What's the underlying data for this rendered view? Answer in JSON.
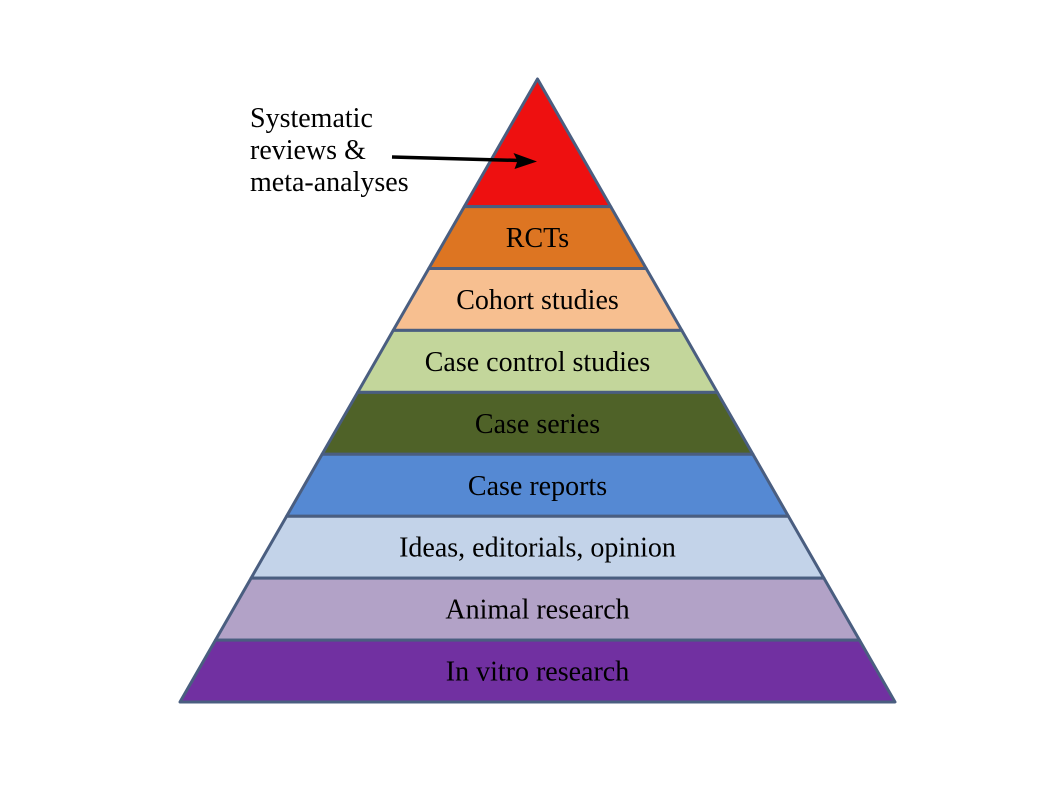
{
  "background_color": "#FFFFFF",
  "diagram": {
    "type": "pyramid",
    "name": "hierarchy-of-evidence-pyramid",
    "outline_color": "#4A5E80",
    "label_color": "#000000",
    "levels": [
      {
        "id": "systematic-reviews",
        "label": "",
        "color": "#EE1010",
        "height_ratio": 2.06
      },
      {
        "id": "rcts",
        "label": "RCTs",
        "color": "#DD7522",
        "height_ratio": 1
      },
      {
        "id": "cohort-studies",
        "label": "Cohort studies",
        "color": "#F7BF90",
        "height_ratio": 1
      },
      {
        "id": "case-control-studies",
        "label": "Case control studies",
        "color": "#C3D69B",
        "height_ratio": 1
      },
      {
        "id": "case-series",
        "label": "Case series",
        "color": "#4F6228",
        "height_ratio": 1
      },
      {
        "id": "case-reports",
        "label": "Case reports",
        "color": "#5589D3",
        "height_ratio": 1
      },
      {
        "id": "ideas-editorials-opinion",
        "label": "Ideas, editorials, opinion",
        "color": "#C3D3E9",
        "height_ratio": 1
      },
      {
        "id": "animal-research",
        "label": "Animal research",
        "color": "#B2A2C7",
        "height_ratio": 1
      },
      {
        "id": "in-vitro-research",
        "label": "In vitro research",
        "color": "#7130A1",
        "height_ratio": 1
      }
    ]
  },
  "annotation": {
    "lines": [
      "Systematic",
      "reviews &",
      "meta-analyses"
    ],
    "arrow_color": "#000000",
    "points_to_level": "systematic-reviews"
  }
}
